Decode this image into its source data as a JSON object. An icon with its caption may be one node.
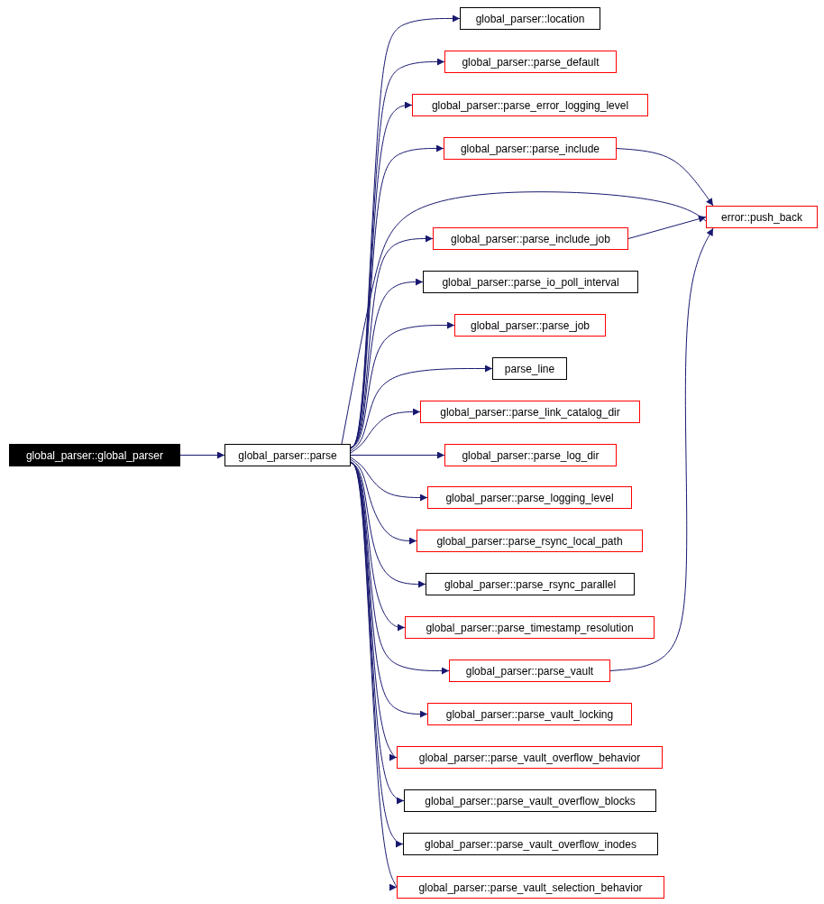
{
  "diagram": {
    "nodes": [
      {
        "text": [
          "global_parser::global_parser"
        ]
      },
      {
        "text": [
          "global_parser::parse"
        ]
      },
      {
        "text": [
          "global_parser::location"
        ]
      },
      {
        "text": [
          "global_parser::parse_default"
        ]
      },
      {
        "text": [
          "global_parser::parse_error_logging_level"
        ]
      },
      {
        "text": [
          "global_parser::parse_include"
        ]
      },
      {
        "text": [
          "error::push_back"
        ]
      },
      {
        "text": [
          "global_parser::parse_include_job"
        ]
      },
      {
        "text": [
          "global_parser::parse_io_poll_interval"
        ]
      },
      {
        "text": [
          "global_parser::parse_job"
        ]
      },
      {
        "text": [
          "parse_line"
        ]
      },
      {
        "text": [
          "global_parser::parse_link_catalog_dir"
        ]
      },
      {
        "text": [
          "global_parser::parse_log_dir"
        ]
      },
      {
        "text": [
          "global_parser::parse_logging_level"
        ]
      },
      {
        "text": [
          "global_parser::parse_rsync_local_path"
        ]
      },
      {
        "text": [
          "global_parser::parse_rsync_parallel"
        ]
      },
      {
        "text": [
          "global_parser::parse_timestamp_resolution"
        ]
      },
      {
        "text": [
          "global_parser::parse_vault"
        ]
      },
      {
        "text": [
          "global_parser::parse_vault_locking"
        ]
      },
      {
        "text": [
          "global_parser::parse_vault_overflow_behavior"
        ]
      },
      {
        "text": [
          "global_parser::parse_vault_overflow_blocks"
        ]
      },
      {
        "text": [
          "global_parser::parse_vault_overflow_inodes"
        ]
      },
      {
        "text": [
          "global_parser::parse_vault_selection_behavior"
        ]
      }
    ],
    "edges": [
      {
        "from": 0,
        "to": 1,
        "arrow": "to"
      },
      {
        "from": 1,
        "to": 2,
        "arrow": "to"
      },
      {
        "from": 1,
        "to": 3,
        "arrow": "to"
      },
      {
        "from": 1,
        "to": 4,
        "arrow": "to"
      },
      {
        "from": 1,
        "to": 5,
        "arrow": "to"
      },
      {
        "from": 1,
        "to": 6,
        "arrow": "to"
      },
      {
        "from": 1,
        "to": 7,
        "arrow": "to"
      },
      {
        "from": 1,
        "to": 8,
        "arrow": "to"
      },
      {
        "from": 1,
        "to": 9,
        "arrow": "to"
      },
      {
        "from": 1,
        "to": 10,
        "arrow": "to"
      },
      {
        "from": 1,
        "to": 11,
        "arrow": "to"
      },
      {
        "from": 1,
        "to": 12,
        "arrow": "to"
      },
      {
        "from": 1,
        "to": 13,
        "arrow": "to"
      },
      {
        "from": 1,
        "to": 14,
        "arrow": "to"
      },
      {
        "from": 1,
        "to": 15,
        "arrow": "to"
      },
      {
        "from": 1,
        "to": 16,
        "arrow": "to"
      },
      {
        "from": 1,
        "to": 17,
        "arrow": "to"
      },
      {
        "from": 1,
        "to": 18,
        "arrow": "to"
      },
      {
        "from": 1,
        "to": 19,
        "arrow": "to"
      },
      {
        "from": 1,
        "to": 20,
        "arrow": "to"
      },
      {
        "from": 1,
        "to": 21,
        "arrow": "to"
      },
      {
        "from": 1,
        "to": 22,
        "arrow": "to"
      },
      {
        "from": 5,
        "to": 6,
        "arrow": "to"
      },
      {
        "from": 7,
        "to": 6,
        "arrow": "to"
      },
      {
        "from": 17,
        "to": 6,
        "arrow": "to"
      }
    ]
  }
}
